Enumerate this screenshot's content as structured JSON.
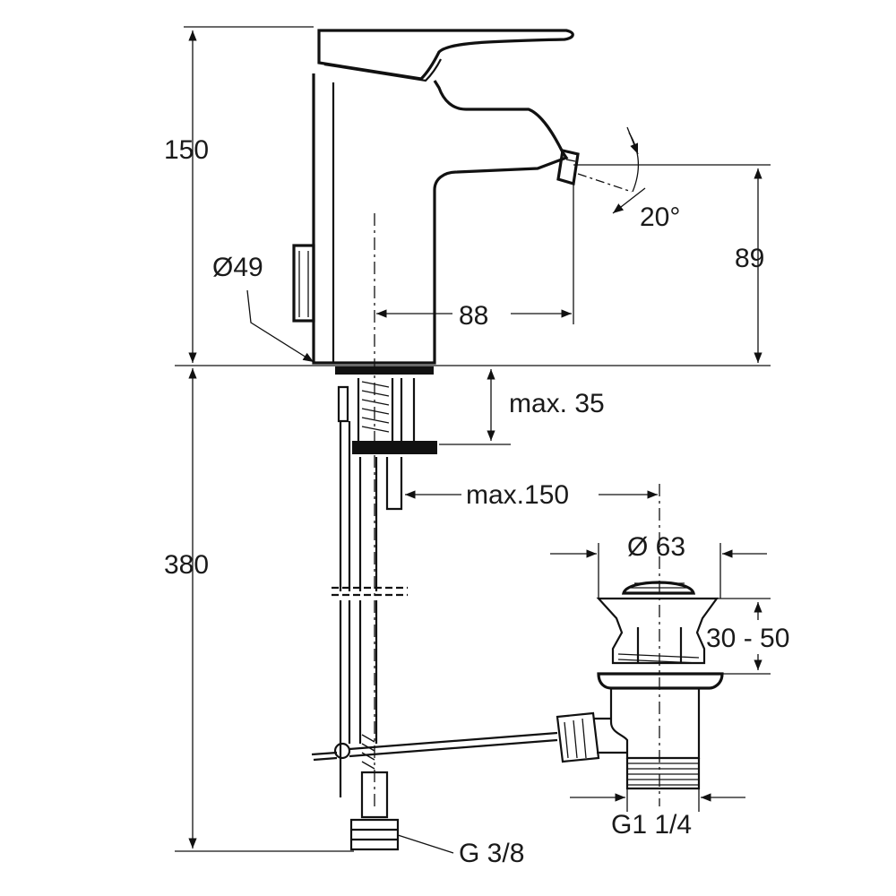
{
  "drawing": {
    "dimensions": {
      "height_upper": "150",
      "height_lower": "380",
      "body_diameter": "Ø49",
      "spout_reach": "88",
      "spout_height": "89",
      "spout_angle": "20°",
      "max_thickness": "max. 35",
      "max_hose": "max.150",
      "waste_diameter": "Ø 63",
      "waste_range": "30 - 50",
      "waste_thread": "G1 1/4",
      "inlet_thread": "G 3/8"
    }
  }
}
